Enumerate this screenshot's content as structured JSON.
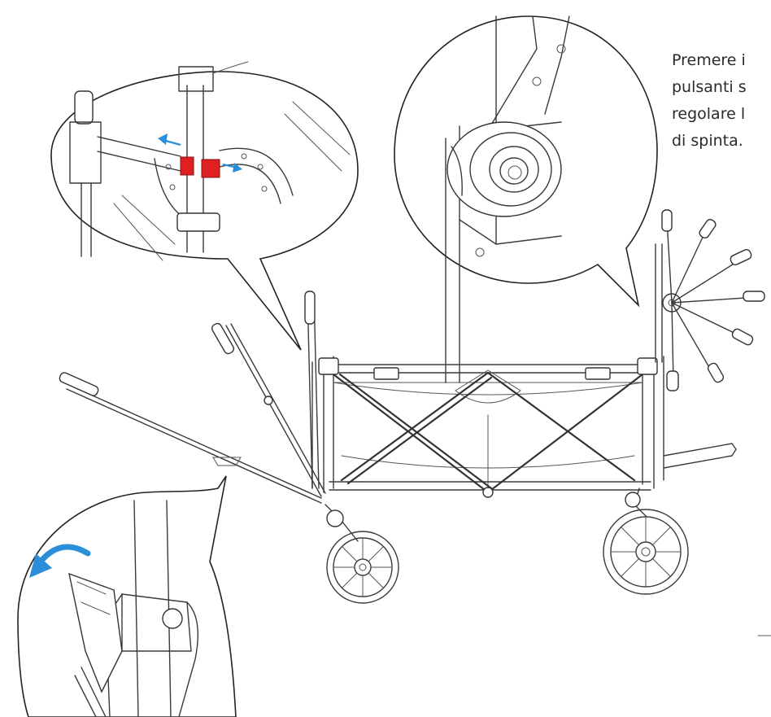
{
  "caption": {
    "lines": [
      "Premere i",
      "pulsanti s",
      "regolare l",
      "di spinta."
    ]
  },
  "colors": {
    "highlight_button": "#e02020",
    "arrow": "#2a8fd8",
    "line": "#3a3a3a"
  },
  "icons": {
    "release_arrow": "arrow-left-icon",
    "rotate_arrow": "curved-arrow-icon"
  }
}
